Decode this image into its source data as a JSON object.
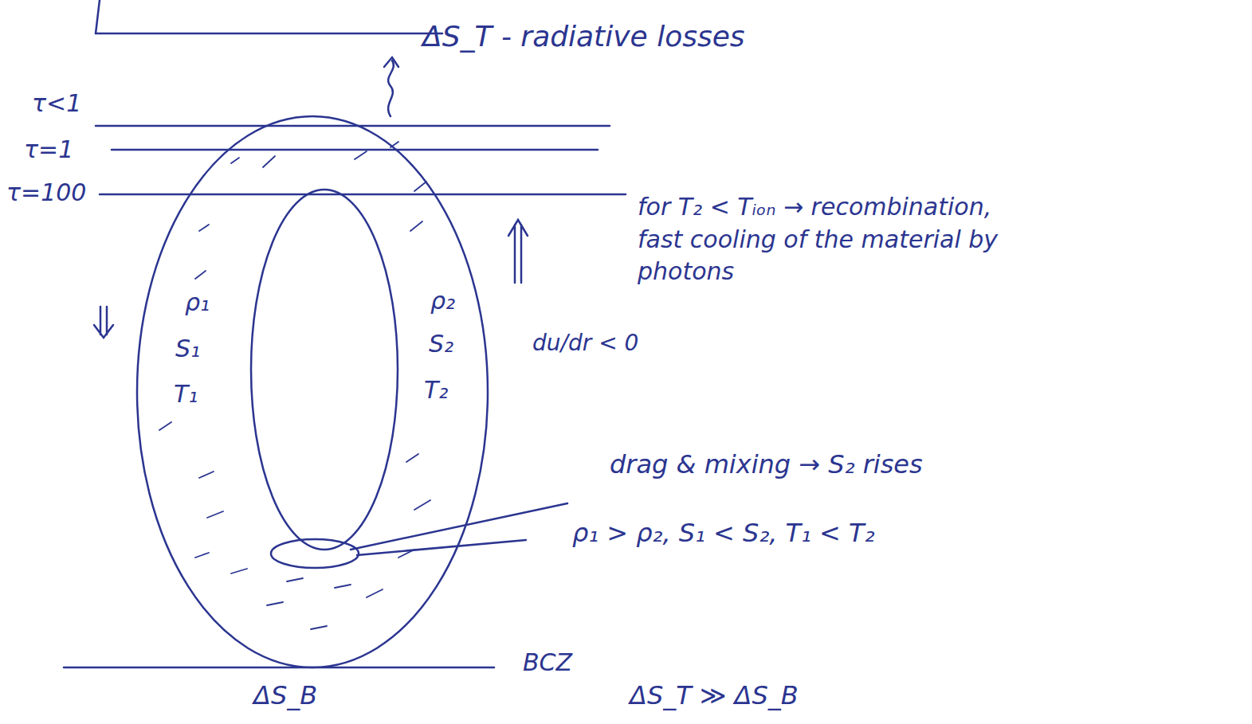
{
  "diagram": {
    "labels": [
      "ΔS_T - radiative losses",
      "τ<1",
      "τ=1",
      "τ=100",
      "for T₂ < Tᵢₒₙ → recombination, fast cooling of the material by photons",
      "ρ₁",
      "S₁",
      "T₁",
      "ρ₂",
      "S₂",
      "T₂",
      "du/dr < 0",
      "drag & mixing → S₂ rises",
      "ρ₁ > ρ₂, S₁ < S₂, T₁ < T₂",
      "BCZ",
      "ΔS_B",
      "ΔS_T ≫ ΔS_B"
    ]
  }
}
